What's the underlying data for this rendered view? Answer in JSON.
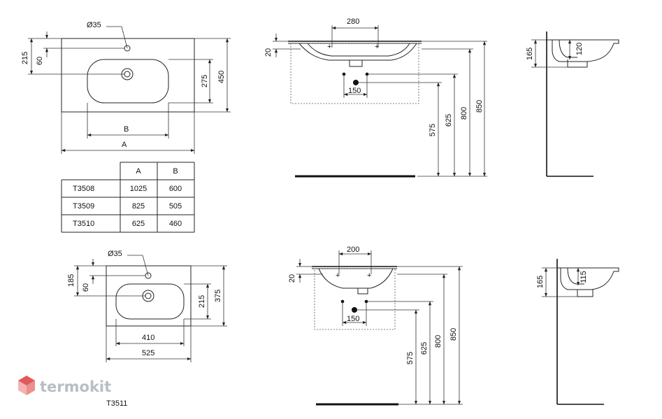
{
  "top_plan": {
    "hole_label": "Ø35",
    "dim_215": "215",
    "dim_60": "60",
    "dim_275": "275",
    "dim_450": "450",
    "dim_b": "B",
    "dim_a": "A"
  },
  "table": {
    "headers": [
      "",
      "A",
      "B"
    ],
    "rows": [
      {
        "model": "T3508",
        "a": "1025",
        "b": "600"
      },
      {
        "model": "T3509",
        "a": "825",
        "b": "505"
      },
      {
        "model": "T3510",
        "a": "625",
        "b": "460"
      }
    ]
  },
  "top_front": {
    "dim_280": "280",
    "dim_20": "20",
    "dim_150": "150",
    "dim_575": "575",
    "dim_625": "625",
    "dim_800": "800",
    "dim_850": "850"
  },
  "top_side": {
    "dim_165": "165",
    "dim_120": "120"
  },
  "bottom_plan": {
    "hole_label": "Ø35",
    "dim_185": "185",
    "dim_60": "60",
    "dim_215": "215",
    "dim_375": "375",
    "dim_410": "410",
    "dim_525": "525"
  },
  "bottom_front": {
    "dim_200": "200",
    "dim_20": "20",
    "dim_150": "150",
    "dim_575": "575",
    "dim_625": "625",
    "dim_800": "800",
    "dim_850": "850"
  },
  "bottom_side": {
    "dim_165": "165",
    "dim_115": "115"
  },
  "model_label": "T3511",
  "watermark": "termokit",
  "colors": {
    "line": "#222222",
    "watermark": "#b9bec4",
    "logo_red": "#e05a5a"
  }
}
